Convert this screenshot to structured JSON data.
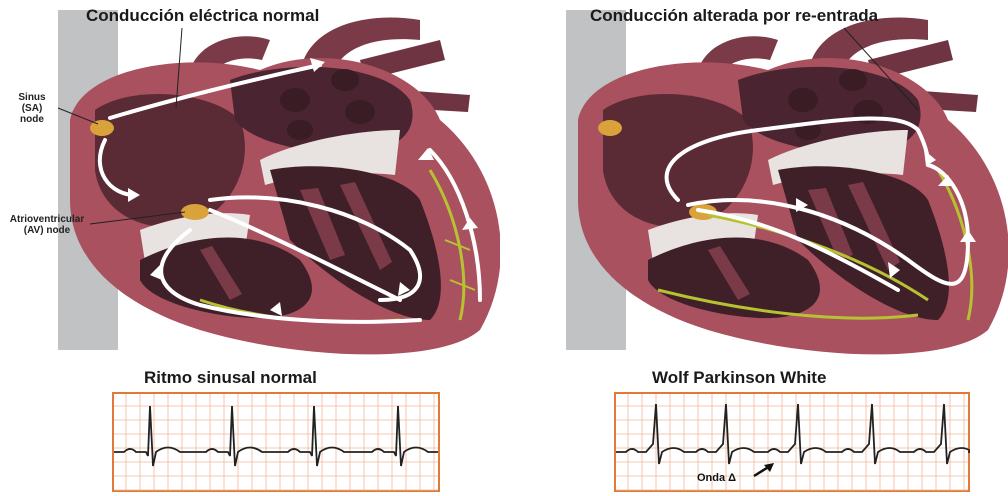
{
  "panels": {
    "left": {
      "title": "Conducción eléctrica normal",
      "sa_label": "Sinus (SA) node",
      "sa_lines": [
        "Sinus",
        "(SA)",
        "node"
      ],
      "av_label": "Atrioventricular (AV) node",
      "av_lines": [
        "Atrioventricular",
        "(AV) node"
      ],
      "ecg_title": "Ritmo sinusal normal"
    },
    "right": {
      "title": "Conducción alterada por re-entrada",
      "ecg_title": "Wolf Parkinson White",
      "delta_label": "Onda Δ"
    }
  },
  "colors": {
    "heart_wall": "#a9515e",
    "heart_inner": "#5a2a35",
    "chamber_dark": "#3f2028",
    "valve": "#e8e2e0",
    "conduction_path": "#b7c232",
    "node": "#d9a23a",
    "signal_arrow": "#ffffff",
    "ecg_border": "#e07a3a",
    "ecg_grid": "#f2b99a",
    "ecg_trace": "#222222",
    "vessel": "#8c8f91"
  },
  "icons": {
    "arrow": "arrow-icon",
    "heart": "heart-illustration"
  }
}
